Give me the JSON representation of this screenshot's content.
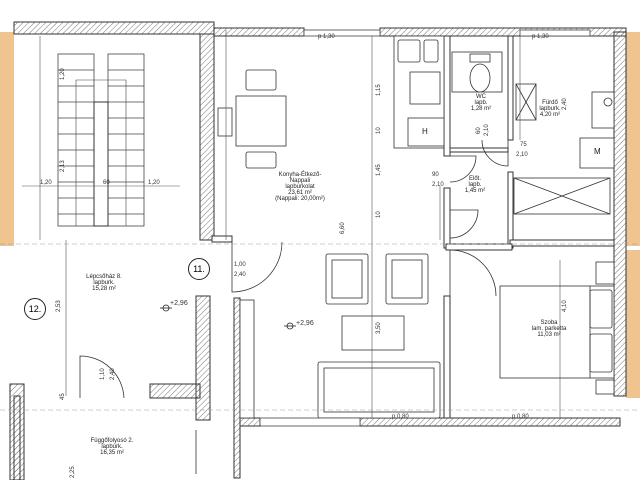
{
  "rooms": {
    "kitchen": {
      "name": "Konyha-Étkező-",
      "name2": "Nappali",
      "floor": "lapburkolat",
      "area": "23,61 m²",
      "note": "(Nappali: 20,00m²)"
    },
    "staircase": {
      "name": "Lépcsőház 8.",
      "floor": "lapburk.",
      "area": "15,28 m²"
    },
    "corridor": {
      "name": "Függőfolyosó 2.",
      "floor": "lapburk.",
      "area": "16,35 m²"
    },
    "wc": {
      "name": "WC",
      "floor": "lapb.",
      "area": "1,28 m²"
    },
    "bath": {
      "name": "Fürdő",
      "floor": "lapburk.",
      "area": "4,20 m²"
    },
    "hall": {
      "name": "Előt.",
      "floor": "lapb.",
      "area": "1,45 m²"
    },
    "bedroom": {
      "name": "Szoba",
      "floor": "lam. parketta",
      "area": "11,03 m²"
    }
  },
  "badges": {
    "unit": "11.",
    "stair": "12."
  },
  "levels": {
    "l1": "+2,96",
    "l2": "+2,96"
  },
  "fixtures": {
    "fridge": "H",
    "washer": "M"
  },
  "dims": {
    "p130a": "p 1,30",
    "p130b": "p 1,30",
    "p80a": "p 0,80",
    "p80b": "p 0,80",
    "v120a": "1,20",
    "v213": "2,13",
    "v253": "2,53",
    "v225": "2,25",
    "h120a": "1,20",
    "h60": "60",
    "h120b": "1,20",
    "v115": "1,15",
    "v145": "1,45",
    "v660": "6,60",
    "v350": "3,50",
    "v10a": "10",
    "v10b": "10",
    "door100": "1,00",
    "door240": "2,40",
    "door90": "90",
    "door210a": "2,10",
    "door75": "75",
    "door210b": "2,10",
    "v410": "4,10",
    "v240b": "2,40",
    "wcA": "60",
    "wcB": "2,10",
    "d110": "1,10",
    "d240c": "2,40",
    "v45": "45"
  }
}
